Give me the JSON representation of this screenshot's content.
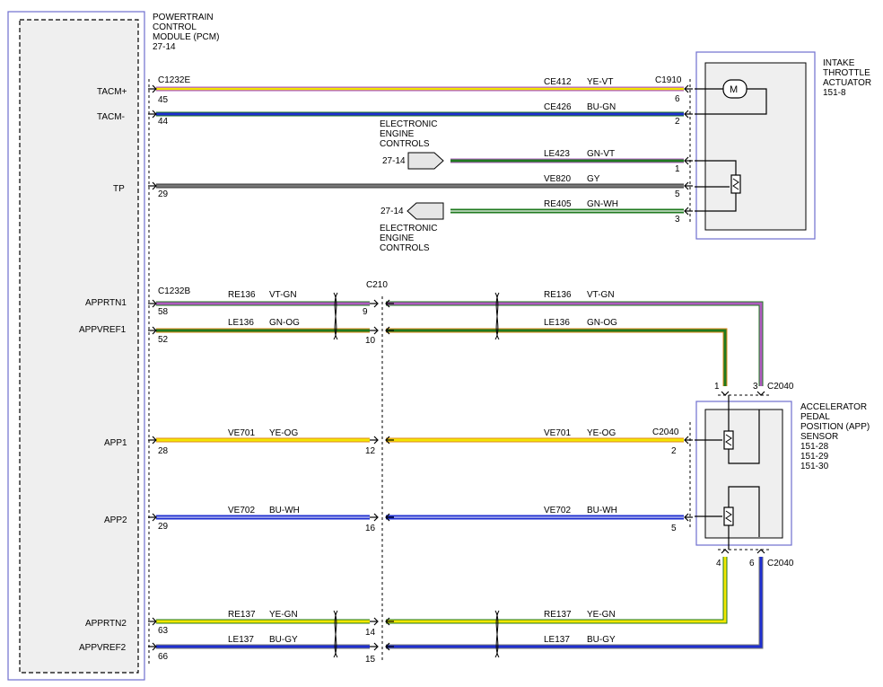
{
  "pcm": {
    "title_lines": [
      "POWERTRAIN",
      "CONTROL",
      "MODULE (PCM)",
      "27-14"
    ],
    "connector_top": "C1232E",
    "connector_bottom": "C1232B"
  },
  "throttle": {
    "title_lines": [
      "INTAKE",
      "THROTTLE",
      "ACTUATOR",
      "151-8"
    ],
    "connector": "C1910",
    "motor_symbol": "M"
  },
  "app_sensor": {
    "title_lines": [
      "ACCELERATOR",
      "PEDAL",
      "POSITION (APP)",
      "SENSOR",
      "151-28",
      "151-29",
      "151-30"
    ],
    "connector": "C2040"
  },
  "inline_connector": "C210",
  "eec_top": {
    "ref": "27-14",
    "label_lines": [
      "ELECTRONIC",
      "ENGINE",
      "CONTROLS"
    ]
  },
  "eec_bottom": {
    "ref": "27-14",
    "label_lines": [
      "ELECTRONIC",
      "ENGINE",
      "CONTROLS"
    ]
  },
  "signals": {
    "tacm_plus": "TACM+",
    "tacm_minus": "TACM-",
    "tp": "TP",
    "apprtn1": "APPRTN1",
    "appvref1": "APPVREF1",
    "app1": "APP1",
    "app2": "APP2",
    "apprtn2": "APPRTN2",
    "appvref2": "APPVREF2"
  },
  "wires": {
    "tacm_plus": {
      "circuit": "CE412",
      "color": "YE-VT",
      "pin_pcm": "45",
      "pin_end": "6"
    },
    "tacm_minus": {
      "circuit": "CE426",
      "color": "BU-GN",
      "pin_pcm": "44",
      "pin_end": "2"
    },
    "le423": {
      "circuit": "LE423",
      "color": "GN-VT",
      "pin_end": "1"
    },
    "tp": {
      "circuit": "VE820",
      "color": "GY",
      "pin_pcm": "29",
      "pin_end": "5"
    },
    "re405": {
      "circuit": "RE405",
      "color": "GN-WH",
      "pin_end": "3"
    },
    "apprtn1": {
      "circuit": "RE136",
      "color": "VT-GN",
      "pin_pcm": "58",
      "pin_c210": "9",
      "pin_end": "3"
    },
    "appvref1": {
      "circuit": "LE136",
      "color": "GN-OG",
      "pin_pcm": "52",
      "pin_c210": "10",
      "pin_end": "1"
    },
    "app1": {
      "circuit": "VE701",
      "color": "YE-OG",
      "pin_pcm": "28",
      "pin_c210": "12",
      "pin_end": "2"
    },
    "app2": {
      "circuit": "VE702",
      "color": "BU-WH",
      "pin_pcm": "29",
      "pin_c210": "16",
      "pin_end": "5"
    },
    "apprtn2": {
      "circuit": "RE137",
      "color": "YE-GN",
      "pin_pcm": "63",
      "pin_c210": "14",
      "pin_end": "4"
    },
    "appvref2": {
      "circuit": "LE137",
      "color": "BU-GY",
      "pin_pcm": "66",
      "pin_c210": "15",
      "pin_end": "6"
    }
  },
  "wire_colors": {
    "YE": "#f2e600",
    "VT": "#b05cc0",
    "BU": "#1f2fd0",
    "GN": "#1f7a1f",
    "GY": "#555555",
    "OG": "#e08a1e",
    "WH": "#ffffff"
  }
}
